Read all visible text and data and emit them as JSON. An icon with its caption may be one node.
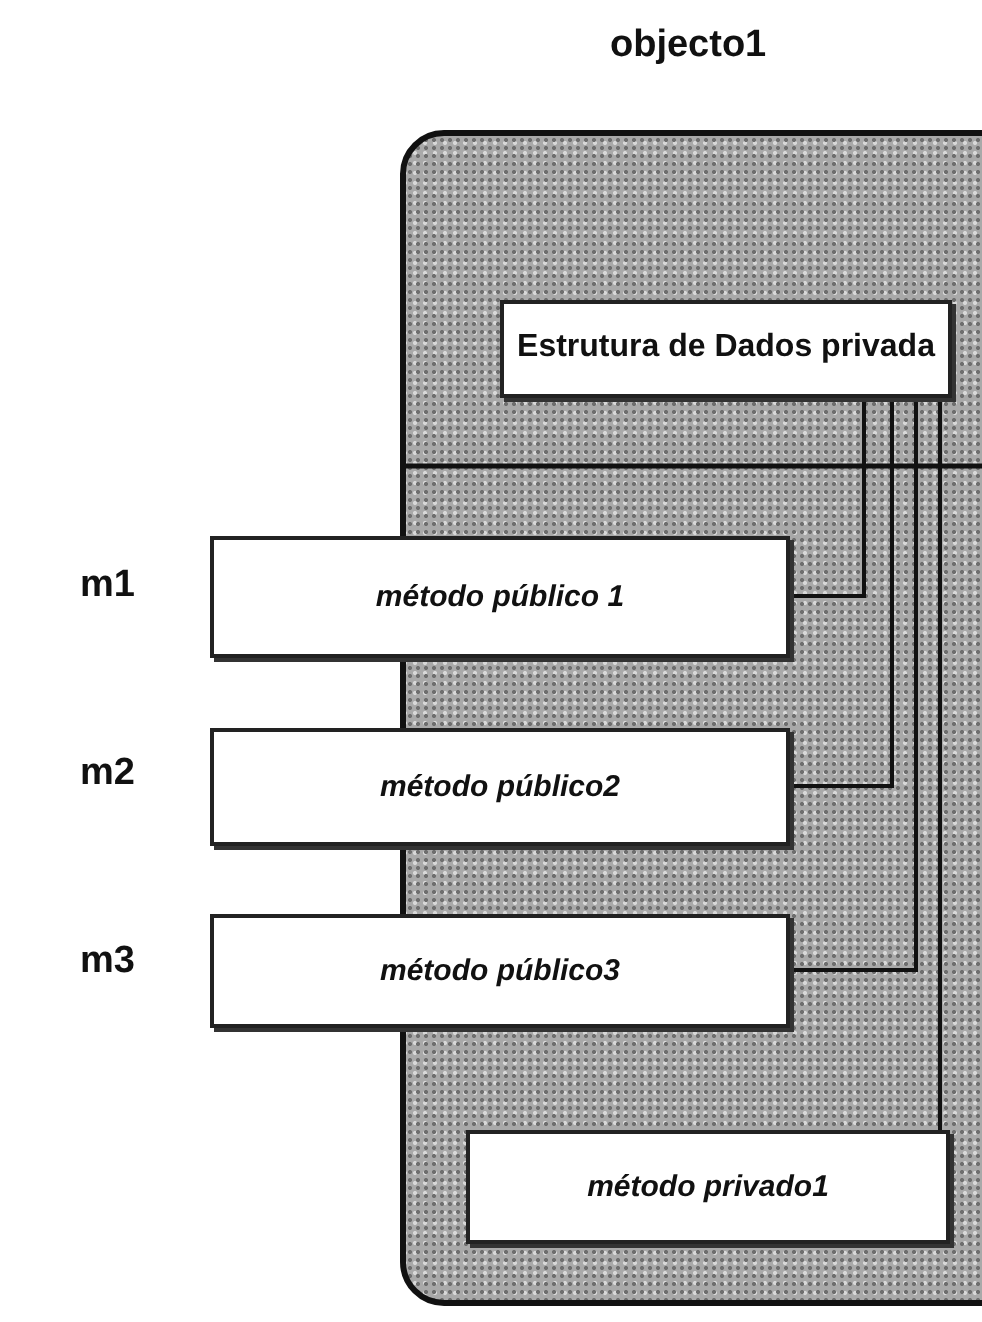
{
  "diagram": {
    "nodes": [
      {
        "text": [
          "objecto1"
        ]
      },
      {
        "text": [
          "Estrutura de Dados privada"
        ],
        "in": 0
      },
      {
        "text": [
          "método público 1"
        ],
        "beside": [
          "m1"
        ]
      },
      {
        "text": [
          "método público2"
        ],
        "beside": [
          "m2"
        ]
      },
      {
        "text": [
          "método público3"
        ],
        "beside": [
          "m3"
        ]
      },
      {
        "text": [
          "método privado1"
        ],
        "in": 0
      }
    ],
    "edges": [
      {
        "from": 1,
        "to": 2,
        "arrow": "none"
      },
      {
        "from": 1,
        "to": 3,
        "arrow": "none"
      },
      {
        "from": 1,
        "to": 4,
        "arrow": "none"
      },
      {
        "from": 1,
        "to": 5,
        "arrow": "none"
      }
    ]
  }
}
